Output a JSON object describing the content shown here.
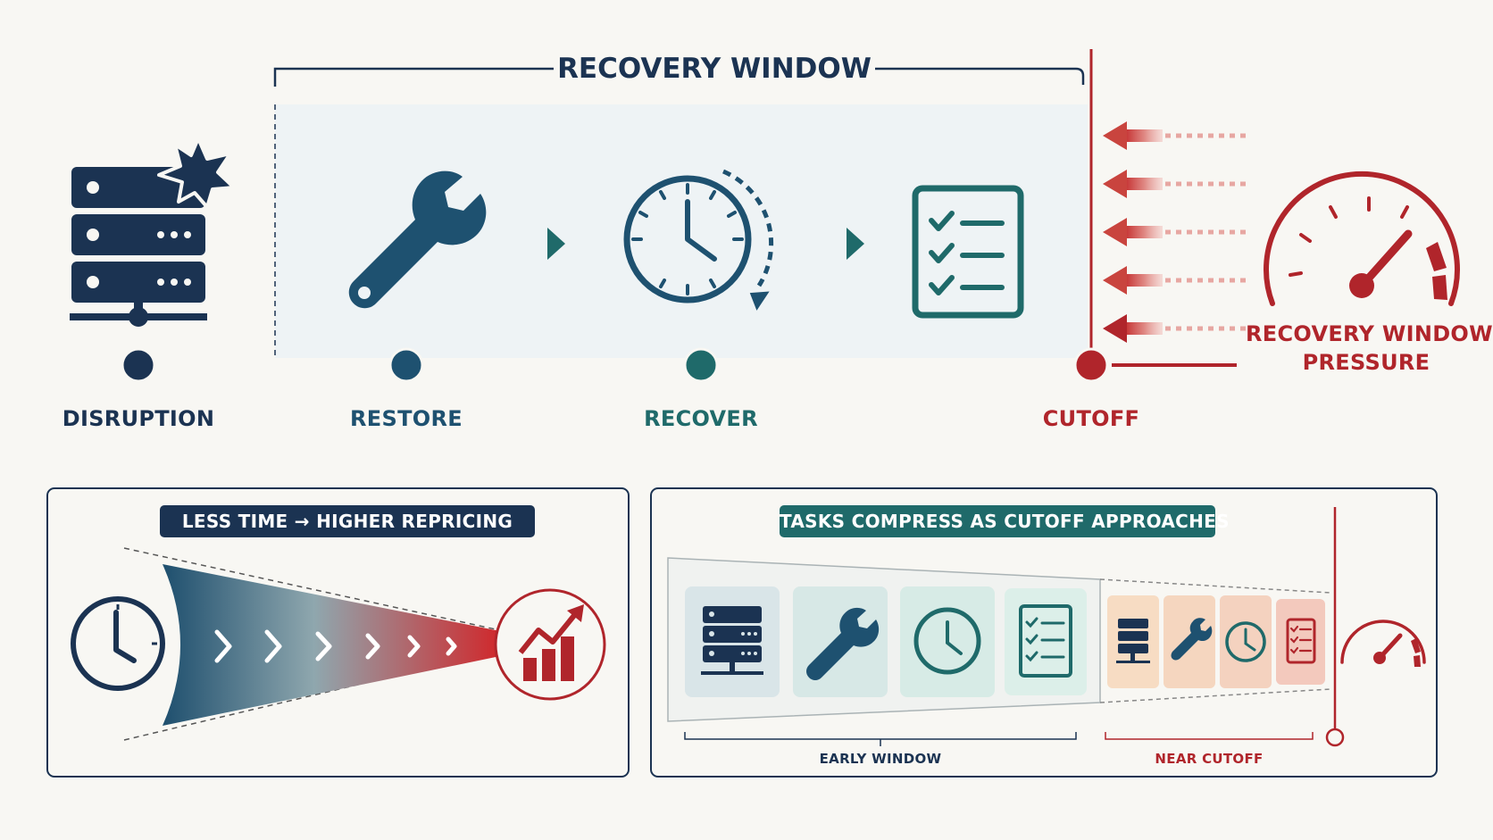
{
  "top": {
    "window_title": "RECOVERY WINDOW",
    "milestones": [
      {
        "label": "DISRUPTION",
        "color": "#1b3352"
      },
      {
        "label": "RESTORE",
        "color": "#1e5170"
      },
      {
        "label": "RECOVER",
        "color": "#1f6a6a"
      },
      {
        "label": "CUTOFF",
        "color": "#b0252b"
      }
    ],
    "pressure_label_line1": "RECOVERY WINDOW",
    "pressure_label_line2": "PRESSURE"
  },
  "left_panel": {
    "title": "LESS TIME → HIGHER REPRICING"
  },
  "right_panel": {
    "title": "TASKS COMPRESS AS CUTOFF APPROACHES",
    "early_label": "EARLY WINDOW",
    "near_label": "NEAR CUTOFF"
  },
  "colors": {
    "navy": "#1b3352",
    "teal": "#1f6a6a",
    "red": "#b0252b",
    "background": "#f8f7f3",
    "window_fill": "#eef3f5"
  },
  "icons": [
    "server-icon",
    "burst-icon",
    "wrench-icon",
    "clock-icon",
    "checklist-icon",
    "gauge-icon",
    "chart-up-icon"
  ]
}
